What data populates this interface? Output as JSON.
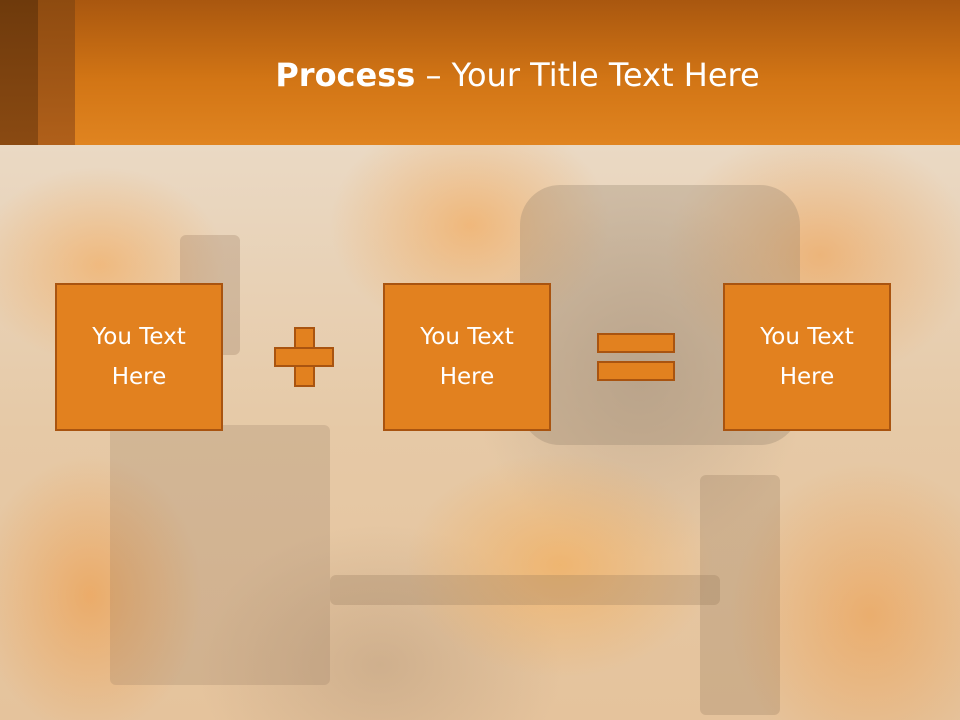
{
  "slide": {
    "title_bold": "Process",
    "title_rest": " – Your Title Text Here",
    "boxes": [
      {
        "label": "You Text\nHere"
      },
      {
        "label": "You Text\nHere"
      },
      {
        "label": "You Text\nHere"
      }
    ],
    "operators": [
      "plus-icon",
      "equals-icon"
    ]
  },
  "colors": {
    "accent": "#e2811f",
    "accent_border": "#a95410",
    "header": "#d27515"
  }
}
